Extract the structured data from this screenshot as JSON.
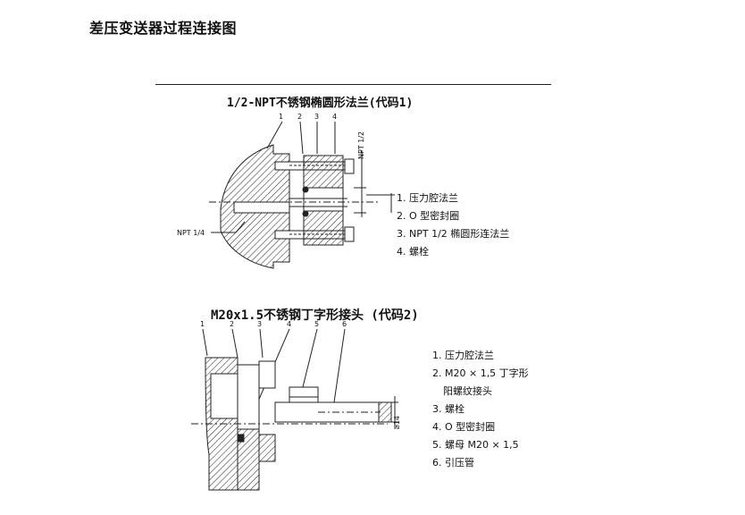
{
  "page_title": "差压变送器过程连接图",
  "section1": {
    "title": "1/2-NPT不锈钢椭圆形法兰(代码1)",
    "callouts": [
      "1",
      "2",
      "3",
      "4"
    ],
    "dim_npt_half": "NPT 1/2",
    "dim_npt_quarter": "NPT 1/4",
    "legend": [
      "1. 压力腔法兰",
      "2. O 型密封圈",
      "3. NPT 1/2 椭圆形连法兰",
      "4. 螺栓"
    ]
  },
  "section2": {
    "title": "M20x1.5不锈钢丁字形接头 (代码2)",
    "callouts": [
      "1",
      "2",
      "3",
      "4",
      "5",
      "6"
    ],
    "dim_phi": "⌀14",
    "legend": [
      "1. 压力腔法兰",
      "2. M20 × 1,5 丁字形",
      "阳螺纹接头",
      "3. 螺栓",
      "4. O 型密封圈",
      "5. 螺母 M20 × 1,5",
      "6. 引压管"
    ]
  }
}
